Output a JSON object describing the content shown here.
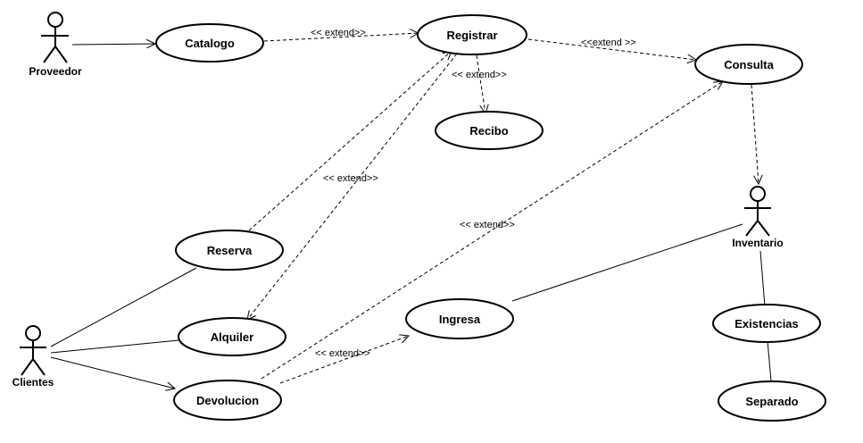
{
  "diagram": {
    "type": "use-case",
    "actors": [
      {
        "id": "proveedor",
        "label": "Proveedor"
      },
      {
        "id": "clientes",
        "label": "Clientes"
      },
      {
        "id": "inventario",
        "label": "Inventario"
      }
    ],
    "use_cases": [
      {
        "id": "catalogo",
        "label": "Catalogo"
      },
      {
        "id": "registrar",
        "label": "Registrar"
      },
      {
        "id": "consulta",
        "label": "Consulta"
      },
      {
        "id": "recibo",
        "label": "Recibo"
      },
      {
        "id": "reserva",
        "label": "Reserva"
      },
      {
        "id": "alquiler",
        "label": "Alquiler"
      },
      {
        "id": "devolucion",
        "label": "Devolucion"
      },
      {
        "id": "ingresa",
        "label": "Ingresa"
      },
      {
        "id": "existencias",
        "label": "Existencias"
      },
      {
        "id": "separado",
        "label": "Separado"
      }
    ],
    "relations": [
      {
        "id": "proveedor-catalogo",
        "from": "proveedor",
        "to": "catalogo",
        "style": "solid-arrow",
        "label": ""
      },
      {
        "id": "catalogo-registrar",
        "from": "catalogo",
        "to": "registrar",
        "style": "dashed-arrow",
        "label": "<< extend>>"
      },
      {
        "id": "registrar-consulta",
        "from": "registrar",
        "to": "consulta",
        "style": "dashed-arrow",
        "label": "<<extend >>"
      },
      {
        "id": "registrar-recibo",
        "from": "registrar",
        "to": "recibo",
        "style": "dashed-arrow",
        "label": "<< extend>>"
      },
      {
        "id": "reserva-registrar",
        "from": "reserva",
        "to": "registrar",
        "style": "dashed-arrow",
        "label": ""
      },
      {
        "id": "registrar-alquiler",
        "from": "registrar",
        "to": "alquiler",
        "style": "dashed-arrow",
        "label": "<< extend>>"
      },
      {
        "id": "devolucion-consulta",
        "from": "devolucion",
        "to": "consulta",
        "style": "dashed-arrow",
        "label": "<< extend>>"
      },
      {
        "id": "devolucion-ingresa",
        "from": "devolucion",
        "to": "ingresa",
        "style": "dashed-arrow",
        "label": "<< extend>>"
      },
      {
        "id": "consulta-inventario",
        "from": "consulta",
        "to": "inventario",
        "style": "dashed-arrow",
        "label": ""
      },
      {
        "id": "clientes-reserva",
        "from": "clientes",
        "to": "reserva",
        "style": "line",
        "label": ""
      },
      {
        "id": "clientes-alquiler",
        "from": "clientes",
        "to": "alquiler",
        "style": "line",
        "label": ""
      },
      {
        "id": "clientes-devolucion",
        "from": "clientes",
        "to": "devolucion",
        "style": "solid-arrow",
        "label": ""
      },
      {
        "id": "ingresa-inventario",
        "from": "ingresa",
        "to": "inventario",
        "style": "line",
        "label": ""
      },
      {
        "id": "inventario-existencias",
        "from": "inventario",
        "to": "existencias",
        "style": "line",
        "label": ""
      },
      {
        "id": "existencias-separado",
        "from": "existencias",
        "to": "separado",
        "style": "line",
        "label": ""
      }
    ]
  }
}
